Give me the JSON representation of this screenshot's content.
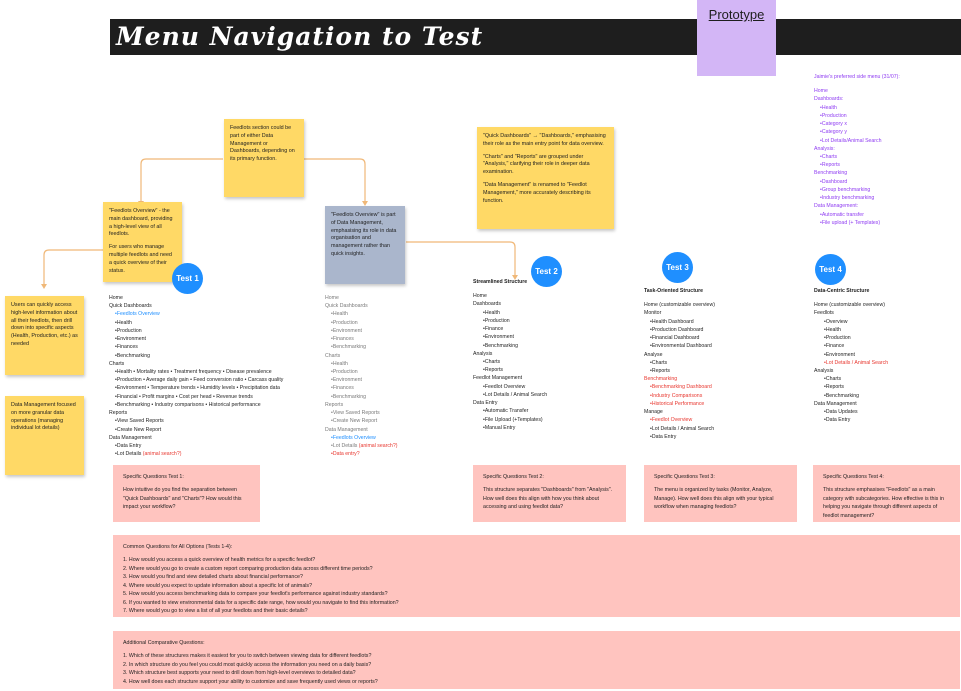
{
  "header": {
    "title": "Menu Navigation to Test"
  },
  "prototype": {
    "label": "Prototype"
  },
  "notes": {
    "feedlots_section": "Feedlots section could be part of either Data Management or Dashboards, depending on its primary function.",
    "overview_main": "\"Feedlots Overview\" - the main dashboard, providing a high-level view of all feedlots.",
    "overview_main_2": "For users who manage multiple feedlots and need a quick overview of their status.",
    "overview_dm": "\"Feedlots Overview\" is part of Data Management, emphasising its role in data organisation and management rather than quick insights.",
    "quick_dashboards": "\"Quick Dashboards\" → \"Dashboards,\" emphasising their role as the main entry point for data overview.",
    "charts_reports": "\"Charts\" and \"Reports\" are grouped under \"Analysis,\" clarifying their role in deeper data examination.",
    "data_mgmt_renamed": "\"Data Management\" is renamed to \"Feedlot Management,\" more accurately describing its function.",
    "left_1": "Users can quickly access high-level information about all their feedlots, then drill down into specific aspects (Health, Production, etc.) as needed",
    "left_2": "Data Management focused on more granular data operations (managing individual lot details)"
  },
  "badges": {
    "t1": "Test 1",
    "t2": "Test 2",
    "t3": "Test 3",
    "t4": "Test 4"
  },
  "test1": {
    "home": "Home",
    "quick": "Quick Dashboards",
    "overview": "Feedlots Overview",
    "health": "Health",
    "production": "Production",
    "environment": "Environment",
    "finances": "Finances",
    "benchmarking": "Benchmarking",
    "charts": "Charts",
    "c1": "Health • Mortality rates • Treatment frequency • Disease prevalence",
    "c2": "Production • Average daily gain • Feed conversion ratio • Carcass quality",
    "c3": "Environment • Temperature trends • Humidity levels • Precipitation data",
    "c4": "Financial • Profit margins • Cost per head • Revenue trends",
    "c5": "Benchmarking • Industry comparisons • Historical performance",
    "reports": "Reports",
    "r1": "View Saved Reports",
    "r2": "Create New Report",
    "dm": "Data Management",
    "d1": "Data Entry",
    "d2": "Lot Details",
    "d2b": "(animal search?)"
  },
  "test1b": {
    "home": "Home",
    "quick": "Quick Dashboards",
    "health": "Health",
    "production": "Production",
    "environment": "Environment",
    "finances": "Finances",
    "benchmarking": "Benchmarking",
    "charts": "Charts",
    "c1": "Health",
    "c2": "Production",
    "c3": "Environment",
    "c4": "Finances",
    "c5": "Benchmarking",
    "reports": "Reports",
    "r1": "View Saved Reports",
    "r2": "Create New Report",
    "dm": "Data Management",
    "d1": "Feedlots Overview",
    "d2": "Lot Details",
    "d2b": "(animal search?)",
    "d3": "Data entry?"
  },
  "test2": {
    "title": "Streamlined Structure",
    "home": "Home",
    "dash": "Dashboards",
    "health": "Health",
    "production": "Production",
    "finance": "Finance",
    "environment": "Environment",
    "benchmarking": "Benchmarking",
    "analysis": "Analysis",
    "charts": "Charts",
    "reports": "Reports",
    "fm": "Feedlot Management",
    "f1": "Feedlot Overview",
    "f2": "Lot Details / Animal Search",
    "de": "Data Entry",
    "e1": "Automatic Transfer",
    "e2": "File Upload (+Templates)",
    "e3": "Manual Entry"
  },
  "test3": {
    "title": "Task-Oriented Structure",
    "home": "Home (customizable overview)",
    "monitor": "Monitor",
    "m1": "Health Dashboard",
    "m2": "Production Dashboard",
    "m3": "Financial Dashboard",
    "m4": "Environmental Dashboard",
    "analyse": "Analyse",
    "a1": "Charts",
    "a2": "Reports",
    "bench": "Benchmarking",
    "b1": "Benchmarking Dashboard",
    "b2": "Industry Comparisons",
    "b3": "Historical Performance",
    "manage": "Manage",
    "g1": "Feedlot Overview",
    "g2": "Lot Details / Animal Search",
    "g3": "Data Entry"
  },
  "test4": {
    "title": "Data-Centric Structure",
    "home": "Home (customizable overview)",
    "feedlots": "Feedlots",
    "f1": "Overview",
    "f2": "Health",
    "f3": "Production",
    "f4": "Finance",
    "f5": "Environment",
    "f6": "Lot Details / Animal Search",
    "analysis": "Analysis",
    "a1": "Charts",
    "a2": "Reports",
    "a3": "Benchmarking",
    "dm": "Data Management",
    "d1": "Data Updates",
    "d2": "Data Entry"
  },
  "jaimie": {
    "title": "Jaimie's preferred side menu (31/07):",
    "home": "Home",
    "dash": "Dashboards:",
    "d1": "Health",
    "d2": "Production",
    "d3": "Category x",
    "d4": "Category y",
    "d5": "Lot Details/Animal Search",
    "analysis": "Analysis:",
    "a1": "Charts",
    "a2": "Reports",
    "bench": "Benchmarking",
    "b1": "Dashboard",
    "b2": "Group benchmarking",
    "b3": "Industry benchmarking",
    "dm": "Data Management:",
    "m1": "Automatic transfer",
    "m2": "File upload (+ Templates)"
  },
  "questions": {
    "q1_title": "Specific Questions Test 1:",
    "q1": "How intuitive do you find the separation between \"Quick Dashboards\" and \"Charts\"? How would this impact your workflow?",
    "q2_title": "Specific Questions Test 2:",
    "q2": "This structure separates \"Dashboards\" from \"Analysis\". How well does this align with how you think about accessing and using feedlot data?",
    "q3_title": "Specific Questions Test 3:",
    "q3": "The menu is organized by tasks (Monitor, Analyze, Manage). How well does this align with your typical workflow when managing feedlots?",
    "q4_title": "Specific Questions Test 4:",
    "q4": "This structure emphasises \"Feedlots\" as a main category with subcategories. How effective is this in helping you navigate through different aspects of feedlot management?"
  },
  "common": {
    "title": "Common Questions for All Options (Tests 1-4):",
    "items": [
      "1. How would you access a quick overview of health metrics for a specific feedlot?",
      "2. Where would you go to create a custom report comparing production data across different time periods?",
      "3. How would you find and view detailed charts about financial performance?",
      "4. Where would you expect to update information about a specific lot of animals?",
      "5. How would you access benchmarking data to compare your feedlot's performance against industry standards?",
      "6. If you wanted to view environmental data for a specific date range, how would you navigate to find this information?",
      "7. Where would you go to view a list of all your feedlots and their basic details?"
    ]
  },
  "additional": {
    "title": "Additional Comparative Questions:",
    "items": [
      "1. Which of these structures makes it easiest for you to switch between viewing data for different feedlots?",
      "2. In which structure do you feel you could most quickly access the information you need on a daily basis?",
      "3. Which structure best supports your need to drill down from high-level overviews to detailed data?",
      "4. How well does each structure support your ability to customize and save frequently used views or reports?"
    ]
  },
  "colors": {
    "accent_blue": "#1f8fff",
    "highlight_red": "#e8372f",
    "purple": "#8f3cf2",
    "sticky_yellow": "#ffd966",
    "sticky_blue": "#aab6cc",
    "pink": "#ffc4bf",
    "prototype": "#d3b6f6"
  }
}
